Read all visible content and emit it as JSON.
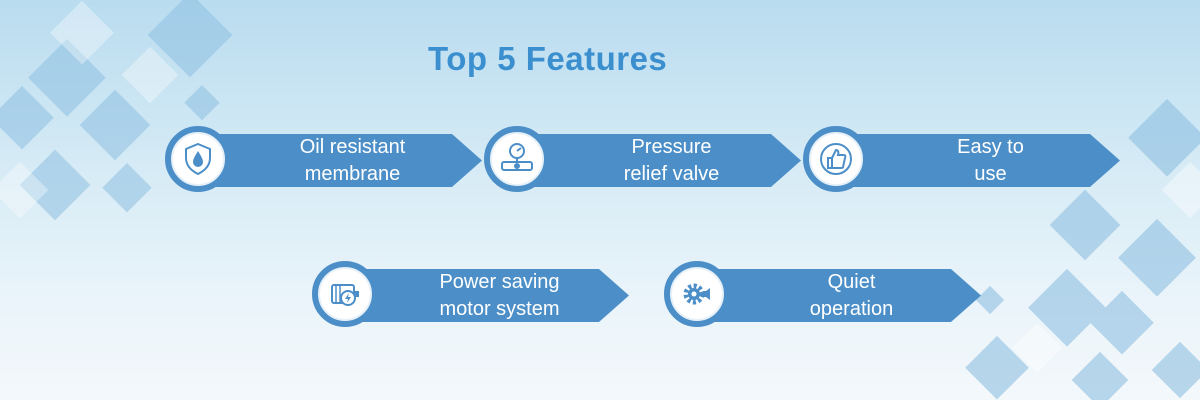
{
  "title": "Top 5 Features",
  "features": [
    {
      "icon": "oil-drop-shield-icon",
      "line1": "Oil resistant",
      "line2": "membrane"
    },
    {
      "icon": "pressure-gauge-valve-icon",
      "line1": "Pressure",
      "line2": "relief valve"
    },
    {
      "icon": "thumbs-up-hand-icon",
      "line1": "Easy to",
      "line2": "use"
    },
    {
      "icon": "power-motor-icon",
      "line1": "Power saving",
      "line2": "motor system"
    },
    {
      "icon": "quiet-gear-speaker-icon",
      "line1": "Quiet",
      "line2": "operation"
    }
  ],
  "colors": {
    "accent": "#4c8fc8",
    "title": "#3c8fce",
    "label": "#ffffff"
  }
}
